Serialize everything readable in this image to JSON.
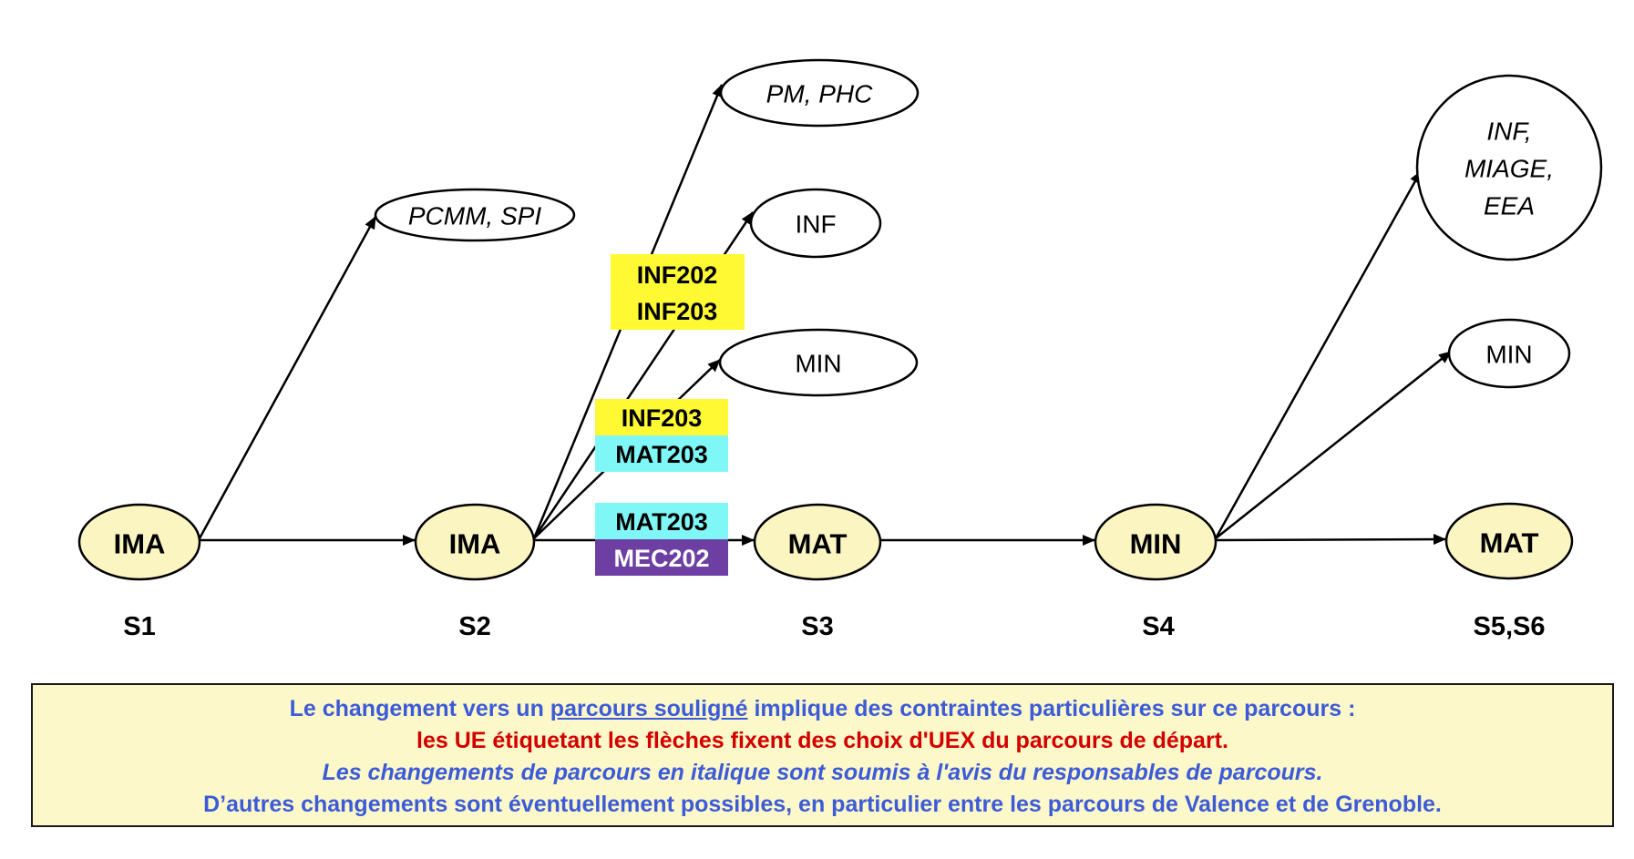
{
  "semesters": {
    "s1": "S1",
    "s2": "S2",
    "s3": "S3",
    "s4": "S4",
    "s5": "S5,S6"
  },
  "main_track": {
    "s1": "IMA",
    "s2": "IMA",
    "s3": "MAT",
    "s4": "MIN",
    "s5": "MAT"
  },
  "branches": {
    "pcmm_spi": "PCMM, SPI",
    "pm_phc": "PM, PHC",
    "inf": "INF",
    "min_s3": "MIN",
    "inf_miage_eea": [
      "INF,",
      "MIAGE,",
      "EEA"
    ],
    "min_s5": "MIN"
  },
  "arrow_labels": {
    "to_inf": [
      "INF202",
      "INF203"
    ],
    "to_min": [
      "INF203",
      "MAT203"
    ],
    "to_mat": [
      "MAT203",
      "MEC202"
    ]
  },
  "legend": {
    "line1": {
      "before": "Le changement vers un ",
      "underlined": "parcours souligné",
      "after": " implique des contraintes particulières sur ce parcours :"
    },
    "line2": "les UE étiquetant les flèches fixent des choix d'UEX du parcours de départ.",
    "line3": "Les changements de parcours en italique sont soumis à l'avis du responsables de parcours.",
    "line4": "D’autres changements sont éventuellement possibles, en particulier entre les parcours de Valence et de Grenoble."
  },
  "colors": {
    "node_fill": "#fbf5c2",
    "branch_fill": "#ffffff",
    "ue_yellow": "#fff933",
    "ue_cyan": "#80f7f7",
    "ue_purple": "#6e3fa3",
    "legend_bg": "#fdf8c9",
    "legend_blue": "#3c5bd8",
    "legend_red": "#d30000"
  }
}
